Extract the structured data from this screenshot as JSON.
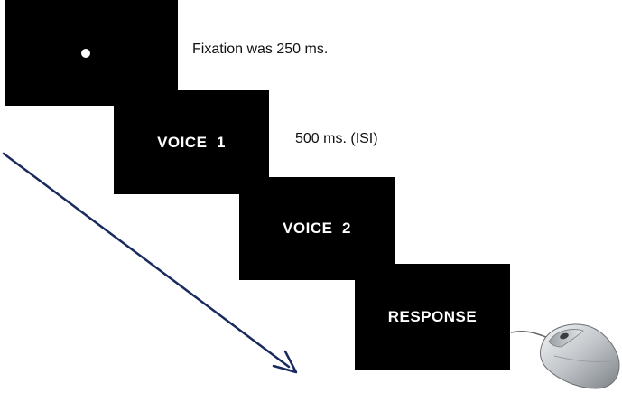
{
  "screens": {
    "fixation": {
      "label": ""
    },
    "voice1": {
      "label": "VOICE  1"
    },
    "voice2": {
      "label": "VOICE  2"
    },
    "response": {
      "label": "RESPONSE"
    }
  },
  "captions": {
    "fixation": "Fixation was 250 ms.",
    "isi": "500 ms. (ISI)"
  },
  "icons": {
    "time_arrow": "diagonal-arrow-icon",
    "mouse": "computer-mouse-icon"
  },
  "colors": {
    "screen": "#000000",
    "screen_text": "#ffffff",
    "arrow": "#1a2a5e",
    "mouse_body": "#c0c4c8",
    "mouse_cable": "#666666"
  }
}
